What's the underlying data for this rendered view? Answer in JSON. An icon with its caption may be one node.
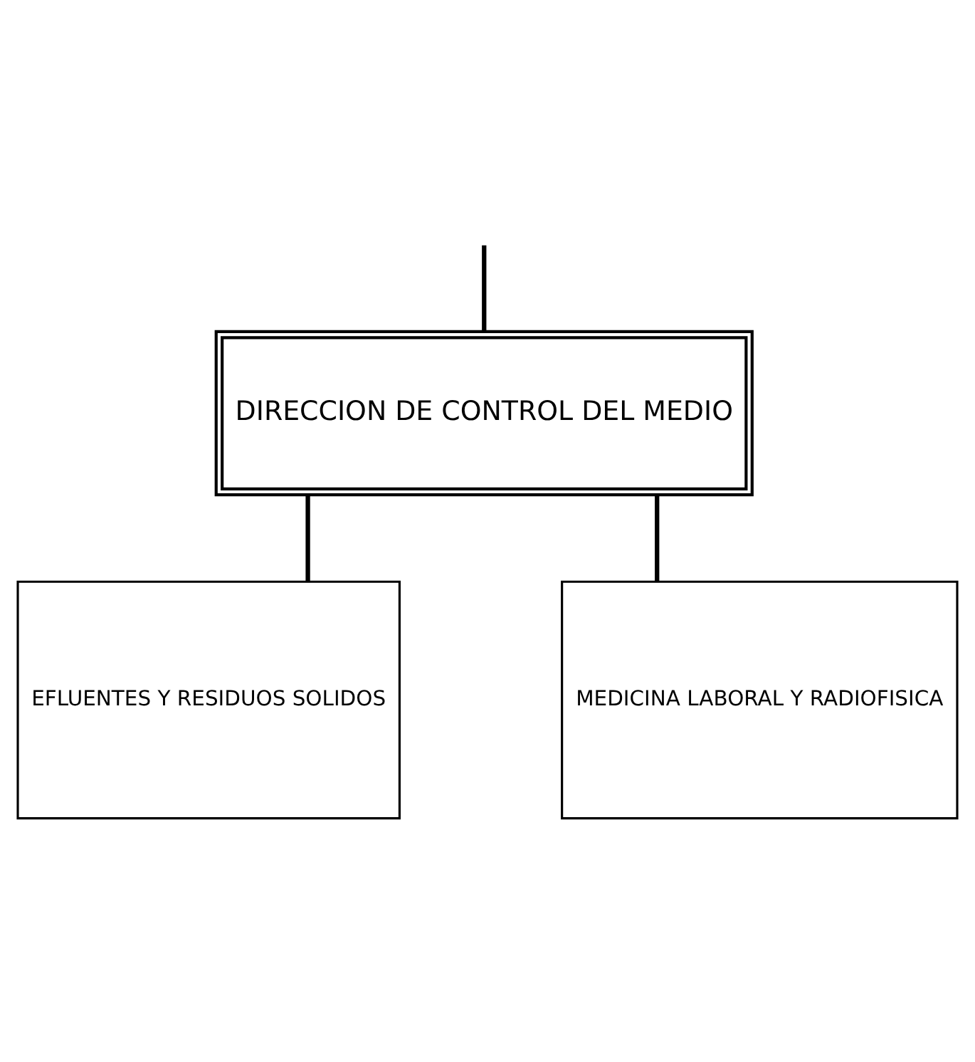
{
  "diagram": {
    "nodes": [
      {
        "text": [
          "DIRECCION DE CONTROL DEL MEDIO"
        ]
      },
      {
        "text": [
          "EFLUENTES Y RESIDUOS SOLIDOS"
        ]
      },
      {
        "text": [
          "MEDICINA LABORAL Y RADIOFISICA"
        ]
      }
    ],
    "edges": [
      {
        "from": null,
        "to": 0,
        "arrow": "none"
      },
      {
        "from": 0,
        "to": 1,
        "arrow": "none"
      },
      {
        "from": 0,
        "to": 2,
        "arrow": "none"
      }
    ]
  }
}
